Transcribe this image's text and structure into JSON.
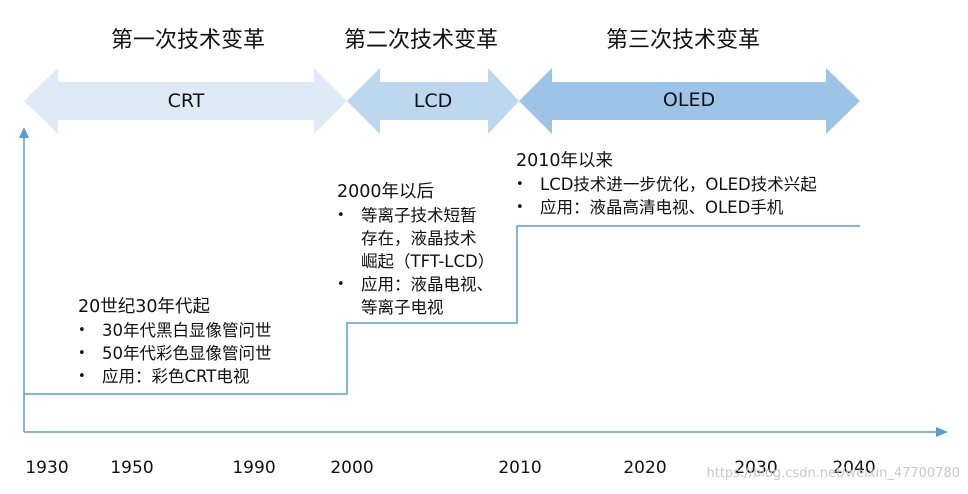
{
  "eras": [
    {
      "title": "第一次技术变革",
      "technology": "CRT",
      "color": "#deebf7"
    },
    {
      "title": "第二次技术变革",
      "technology": "LCD",
      "color": "#bdd7ee"
    },
    {
      "title": "第三次技术变革",
      "technology": "OLED",
      "color": "#9dc3e6"
    }
  ],
  "blocks": [
    {
      "heading": "20世纪30年代起",
      "items": [
        [
          "30年代黑白显像管问世"
        ],
        [
          "50年代彩色显像管问世"
        ],
        [
          "应用：彩色CRT电视"
        ]
      ]
    },
    {
      "heading": "2000年以后",
      "items": [
        [
          "等离子技术短暂",
          "存在，液晶技术",
          "崛起（TFT-LCD）"
        ],
        [
          "应用：液晶电视、",
          "等离子电视"
        ]
      ]
    },
    {
      "heading": "2010年以来",
      "items": [
        [
          "LCD技术进一步优化，OLED技术兴起"
        ],
        [
          "应用：液晶高清电视、OLED手机"
        ]
      ]
    }
  ],
  "years": [
    "1930",
    "1950",
    "1990",
    "2000",
    "2010",
    "2020",
    "2030",
    "2040"
  ],
  "axis_color": "#5b9bd5",
  "watermark": "https://blog.csdn.net/weixin_47700780"
}
